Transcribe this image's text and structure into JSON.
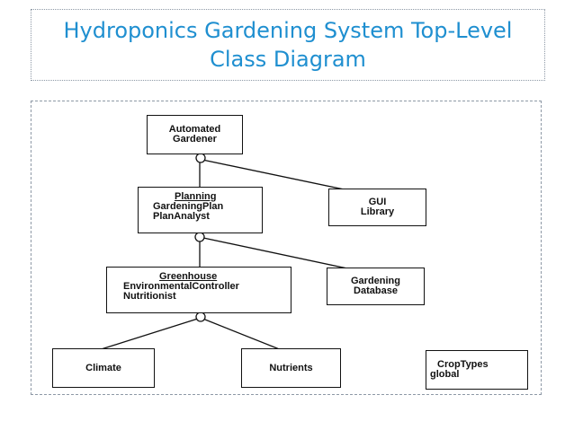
{
  "slide": {
    "title": "Hydroponics Gardening System Top-Level Class Diagram"
  },
  "diagram": {
    "automated_gardener": {
      "line1": "Automated",
      "line2": "Gardener"
    },
    "planning": {
      "name": "Planning",
      "member1": "GardeningPlan",
      "member2": "PlanAnalyst"
    },
    "gui_library": {
      "line1": "GUI",
      "line2": "Library"
    },
    "greenhouse": {
      "name": "Greenhouse",
      "member1": "EnvironmentalController",
      "member2": "Nutritionist"
    },
    "gardening_database": {
      "line1": "Gardening",
      "line2": "Database"
    },
    "climate": {
      "label": "Climate"
    },
    "nutrients": {
      "label": "Nutrients"
    },
    "crop_types": {
      "line1": "CropTypes",
      "line2": "global"
    }
  }
}
